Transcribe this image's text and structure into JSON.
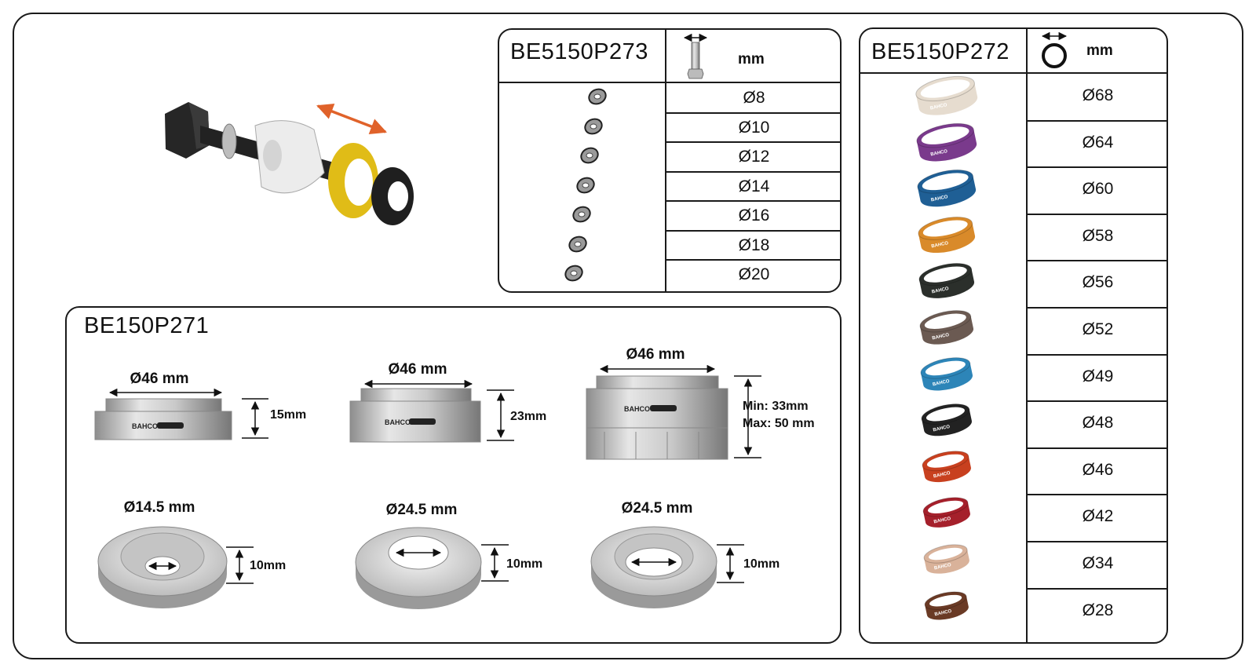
{
  "tool_illustration": {
    "icon": "puller-tool-assembly"
  },
  "panel_p273": {
    "code": "BE5150P273",
    "unit": "mm",
    "header_icon": "bolt-length-icon",
    "sizes": [
      "Ø8",
      "Ø10",
      "Ø12",
      "Ø14",
      "Ø16",
      "Ø18",
      "Ø20"
    ]
  },
  "panel_p272": {
    "code": "BE5150P272",
    "unit": "mm",
    "header_icon": "ring-diameter-icon",
    "sizes": [
      "Ø68",
      "Ø64",
      "Ø60",
      "Ø58",
      "Ø56",
      "Ø52",
      "Ø49",
      "Ø48",
      "Ø46",
      "Ø42",
      "Ø34",
      "Ø28"
    ],
    "ring_colors": [
      "#e6dccf",
      "#7a3a8c",
      "#1f5f95",
      "#d98a2a",
      "#2b2f2b",
      "#6b5a52",
      "#2d85b8",
      "#222222",
      "#c8401f",
      "#a5202b",
      "#d9b29a",
      "#6a3a25"
    ],
    "brand": "BAHCO"
  },
  "panel_p271": {
    "code": "BE150P271",
    "brand": "BAHCO",
    "parts": [
      {
        "diameter": "Ø46 mm",
        "height": "15mm"
      },
      {
        "diameter": "Ø46 mm",
        "height": "23mm"
      },
      {
        "diameter": "Ø46 mm",
        "height_min": "Min: 33mm",
        "height_max": "Max: 50 mm"
      },
      {
        "diameter": "Ø14.5 mm",
        "height": "10mm"
      },
      {
        "diameter": "Ø24.5 mm",
        "height": "10mm"
      },
      {
        "diameter": "Ø24.5 mm",
        "height": "10mm"
      }
    ]
  }
}
